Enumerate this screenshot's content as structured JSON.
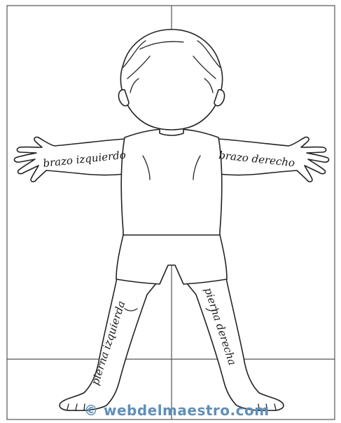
{
  "labels": {
    "left_arm": "brazo izquierdo",
    "right_arm": "brazo derecho",
    "left_leg": "pierna izquierda",
    "right_leg": "pierna derecha"
  },
  "watermark": "© webdelmaestro.com",
  "colors": {
    "outline": "#222222",
    "watermark": "#5f8fb8",
    "background": "#ffffff"
  }
}
